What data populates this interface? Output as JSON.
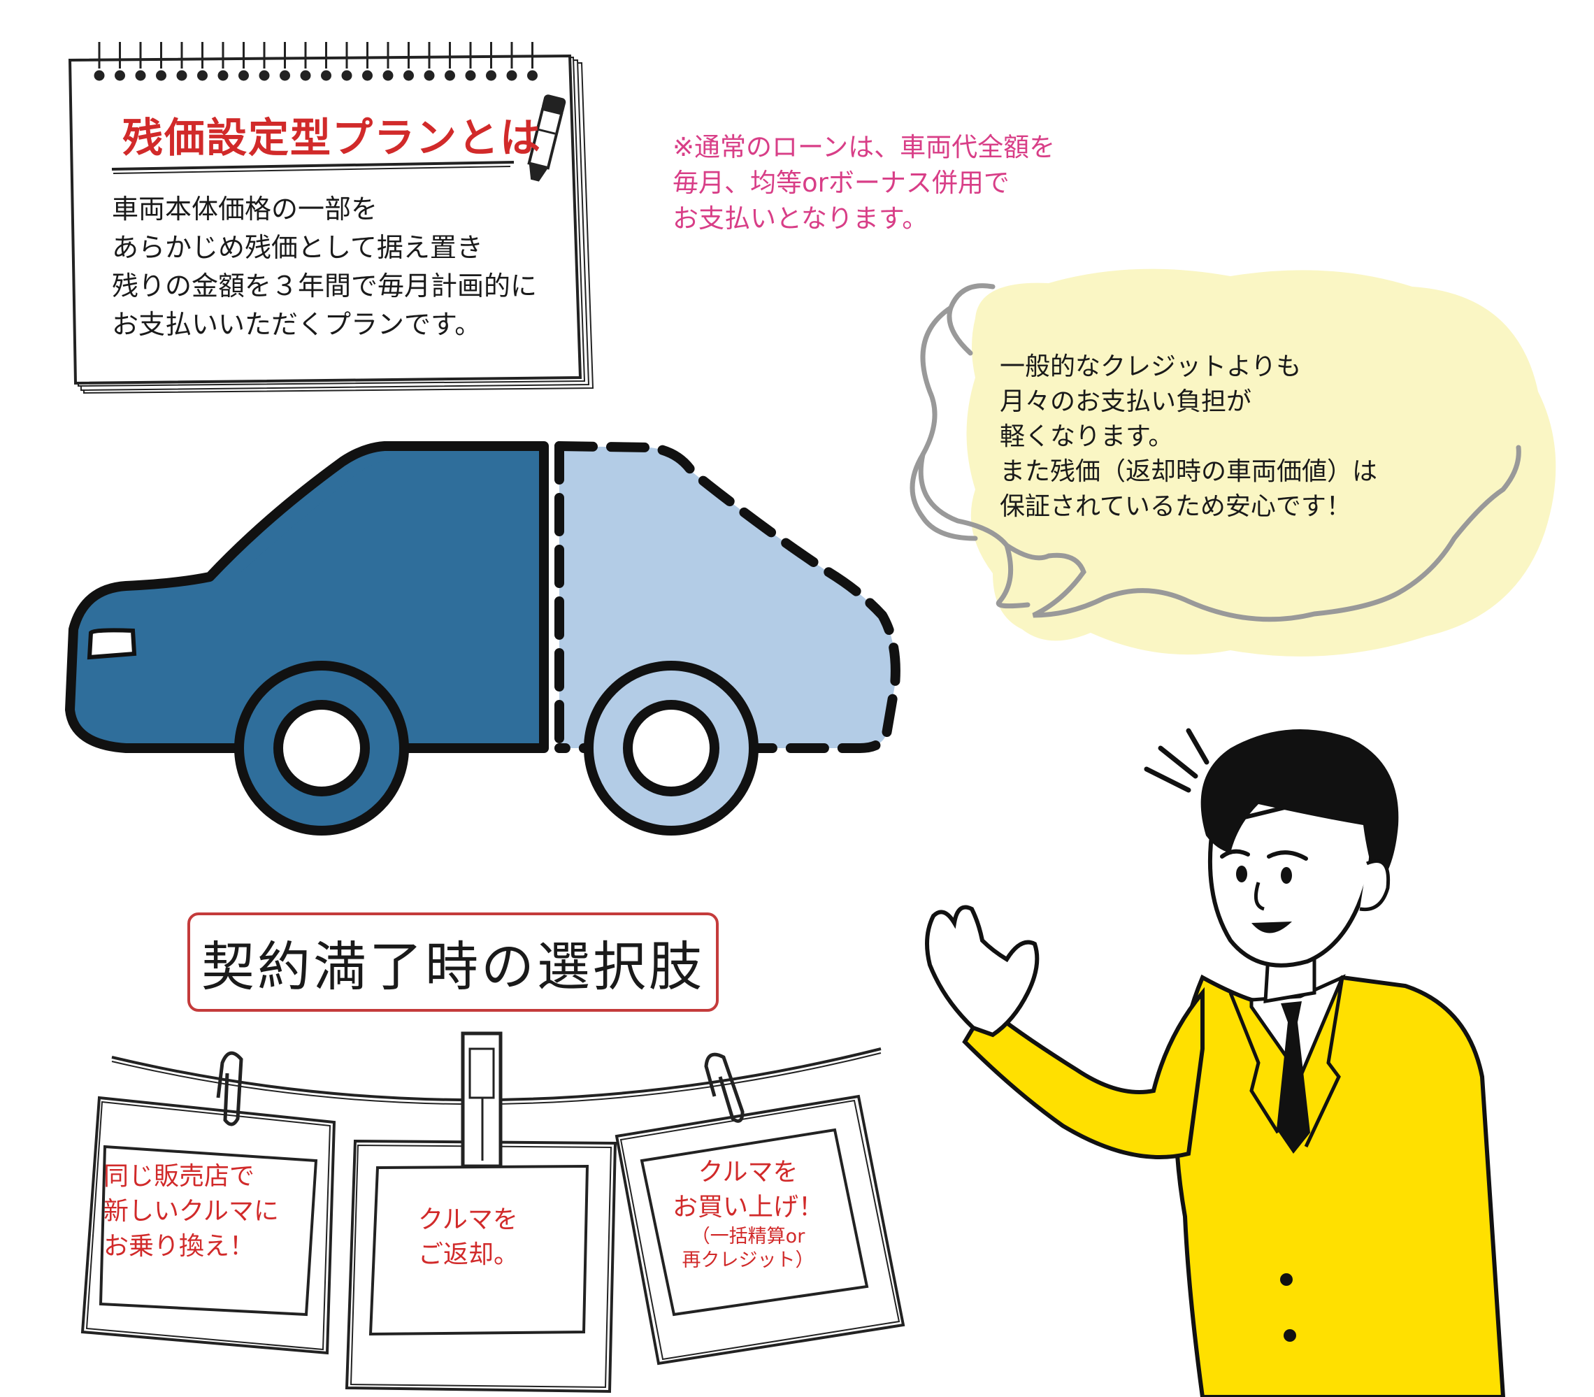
{
  "notepad": {
    "title": "残価設定型プランとは",
    "body": [
      "車両本体価格の一部を",
      "あらかじめ残価として据え置き",
      "残りの金額を３年間で毎月計画的に",
      "お支払いいただくプランです。"
    ]
  },
  "remark": [
    "※通常のローンは、車両代全額を",
    "毎月、均等orボーナス併用で",
    "お支払いとなります。"
  ],
  "bubble": [
    "一般的なクレジットよりも",
    "月々のお支払い負担が",
    "軽くなります。",
    "また残価（返却時の車両価値）は",
    "保証されているため安心です！"
  ],
  "heading": "契約満了時の選択肢",
  "options": [
    {
      "lines": [
        "同じ販売店で",
        "新しいクルマに",
        "お乗り換え！"
      ]
    },
    {
      "lines": [
        "クルマを",
        "ご返却。"
      ]
    },
    {
      "lines": [
        "クルマを",
        "お買い上げ！"
      ],
      "sub": [
        "（一括精算or",
        "再クレジット）"
      ]
    }
  ],
  "colors": {
    "title_red": "#d12a2a",
    "remark_pink": "#d83e87",
    "car_dark": "#2f6e9b",
    "car_light": "#b3cce6",
    "bubble_fill": "#faf6c4",
    "suit_yellow": "#ffe000"
  }
}
